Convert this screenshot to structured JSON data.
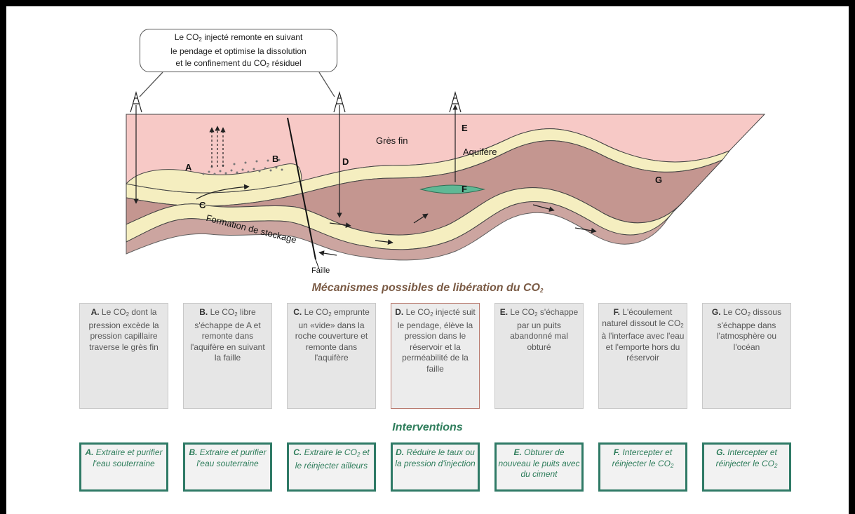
{
  "callout": {
    "line1_pre": "Le CO",
    "line1_sub": "2",
    "line1_post": " injecté remonte en suivant",
    "line2": "le pendage et optimise la dissolution",
    "line3_pre": "et le confinement du CO",
    "line3_sub": "2",
    "line3_post": " résiduel"
  },
  "diagram_labels": {
    "gres_fin": "Grès fin",
    "aquifere": "Aquifère",
    "formation": "Formation de stockage",
    "faille": "Faille",
    "letter_a": "A",
    "letter_b": "B",
    "letter_c": "C",
    "letter_d": "D",
    "letter_e": "E",
    "letter_f": "F",
    "letter_g": "G"
  },
  "mechanisms": {
    "title_main": "Mécanismes possibles de libération du CO",
    "title_sub": "2",
    "items": [
      {
        "letter": "A.",
        "pre": " Le CO",
        "sub": "2",
        "post": " dont la pression excède la pression capillaire traverse le grès fin"
      },
      {
        "letter": "B.",
        "pre": " Le CO",
        "sub": "2",
        "post": " libre s'échappe de A et remonte dans l'aquifère en suivant la faille"
      },
      {
        "letter": "C.",
        "pre": " Le CO",
        "sub": "2",
        "post": " emprunte un «vide» dans la roche couverture et remonte dans l'aquifère"
      },
      {
        "letter": "D.",
        "pre": " Le CO",
        "sub": "2",
        "post": " injecté suit le pendage, élève la pression dans le réservoir et la perméabilité de la faille"
      },
      {
        "letter": "E.",
        "pre": " Le CO",
        "sub": "2",
        "post": " s'échappe par un puits abandonné mal obturé"
      },
      {
        "letter": "F.",
        "pre": " L'écoulement naturel dissout le CO",
        "sub": "2",
        "post": " à l'interface avec l'eau et l'emporte hors du réservoir"
      },
      {
        "letter": "G.",
        "pre": " Le CO",
        "sub": "2",
        "post": " dissous s'échappe dans l'atmosphère ou l'océan"
      }
    ]
  },
  "interventions": {
    "title": "Interventions",
    "items": [
      {
        "letter": "A.",
        "pre": " Extraire et purifier l'eau souterraine",
        "sub": "",
        "post": ""
      },
      {
        "letter": "B.",
        "pre": " Extraire et purifier l'eau souterraine",
        "sub": "",
        "post": ""
      },
      {
        "letter": "C.",
        "pre": " Extraire le CO",
        "sub": "2",
        "post": " et le réinjecter ailleurs"
      },
      {
        "letter": "D.",
        "pre": " Réduire le taux ou la pression d'injection",
        "sub": "",
        "post": ""
      },
      {
        "letter": "E.",
        "pre": " Obturer de nouveau le puits avec du ciment",
        "sub": "",
        "post": ""
      },
      {
        "letter": "F.",
        "pre": " Intercepter et réinjecter le CO",
        "sub": "2",
        "post": ""
      },
      {
        "letter": "G.",
        "pre": " Intercepter et réinjecter le CO",
        "sub": "2",
        "post": ""
      }
    ]
  },
  "colors": {
    "gres_fin": "#f7c9c6",
    "aquifere": "#f5eec0",
    "caprock": "#c49690",
    "co2_pool": "#5fb895",
    "intervention_border": "#2f7a66",
    "mechanism_bg": "#e6e6e6"
  }
}
